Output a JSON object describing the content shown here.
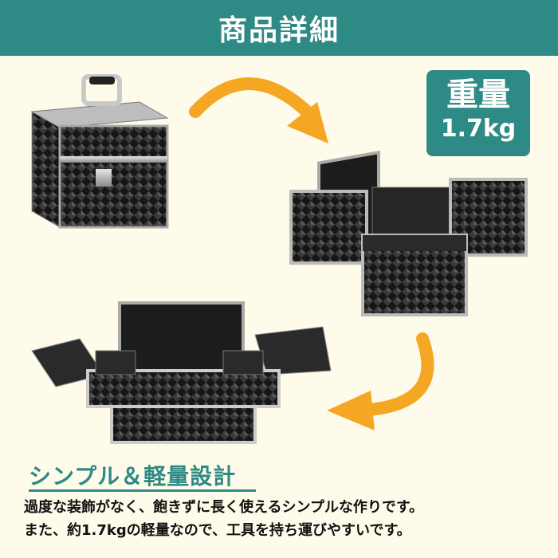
{
  "header": {
    "title": "商品詳細"
  },
  "weight": {
    "label": "重量",
    "value": "1.7kg"
  },
  "headline": "シンプル＆軽量設計",
  "description": [
    "過度な装飾がなく、飽きずに長く使えるシンプルな作りです。",
    "また、約1.7kgの軽量なので、工具を持ち運びやすいです。"
  ],
  "colors": {
    "accent": "#2e8a84",
    "background": "#fffbea",
    "arrow": "#f5a623"
  }
}
